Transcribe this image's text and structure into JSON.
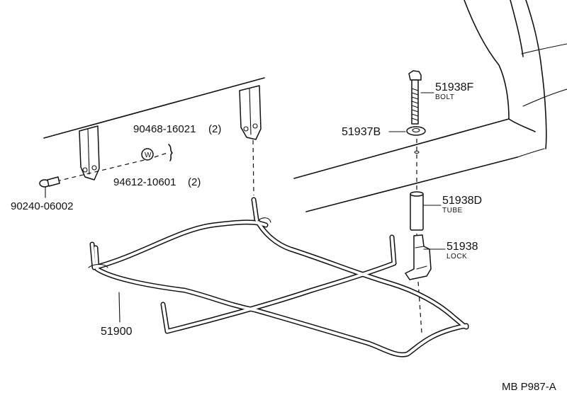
{
  "parts": {
    "bolt": {
      "number": "51938F",
      "desc": "BOLT"
    },
    "washer": {
      "number": "51937B"
    },
    "tube": {
      "number": "51938D",
      "desc": "TUBE"
    },
    "lock": {
      "number": "51938",
      "desc": "LOCK"
    },
    "clip": {
      "number": "90468-16021",
      "qty": "(2)"
    },
    "washer_w": {
      "number": "94612-10601",
      "qty": "(2)",
      "mark": "W"
    },
    "pin": {
      "number": "90240-06002"
    },
    "carrier": {
      "number": "51900"
    }
  },
  "figure_code": "MB P987-A"
}
